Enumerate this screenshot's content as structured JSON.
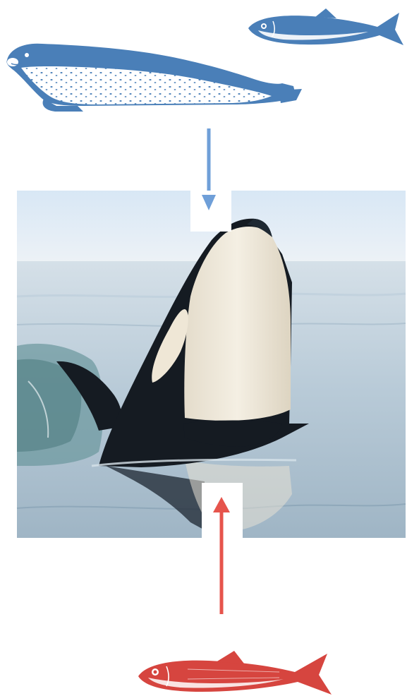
{
  "colors": {
    "prey_blue": "#4a7fb8",
    "prey_blue_light": "#7aa6d6",
    "arrow_blue": "#6f9fd8",
    "prey_red": "#d6453f",
    "arrow_red": "#e6544c",
    "sky_top": "#dbe9f6",
    "sky_bottom": "#eef3f7",
    "sea_top": "#cfdce6",
    "sea_bottom": "#a7bccb",
    "orca_black": "#151b22",
    "orca_white": "#f0eadb"
  },
  "diagram": {
    "nodes": [
      {
        "id": "fish-top",
        "icon": "fish-icon",
        "color": "prey_blue"
      },
      {
        "id": "seal",
        "icon": "seal-icon",
        "color": "prey_blue"
      },
      {
        "id": "orca",
        "icon": "orca-photo"
      },
      {
        "id": "fish-bottom",
        "icon": "fish-icon",
        "color": "prey_red"
      }
    ],
    "edges": [
      {
        "from": "seal",
        "to": "orca",
        "color": "arrow_blue"
      },
      {
        "from": "fish-bottom",
        "to": "orca",
        "color": "arrow_red"
      }
    ]
  }
}
